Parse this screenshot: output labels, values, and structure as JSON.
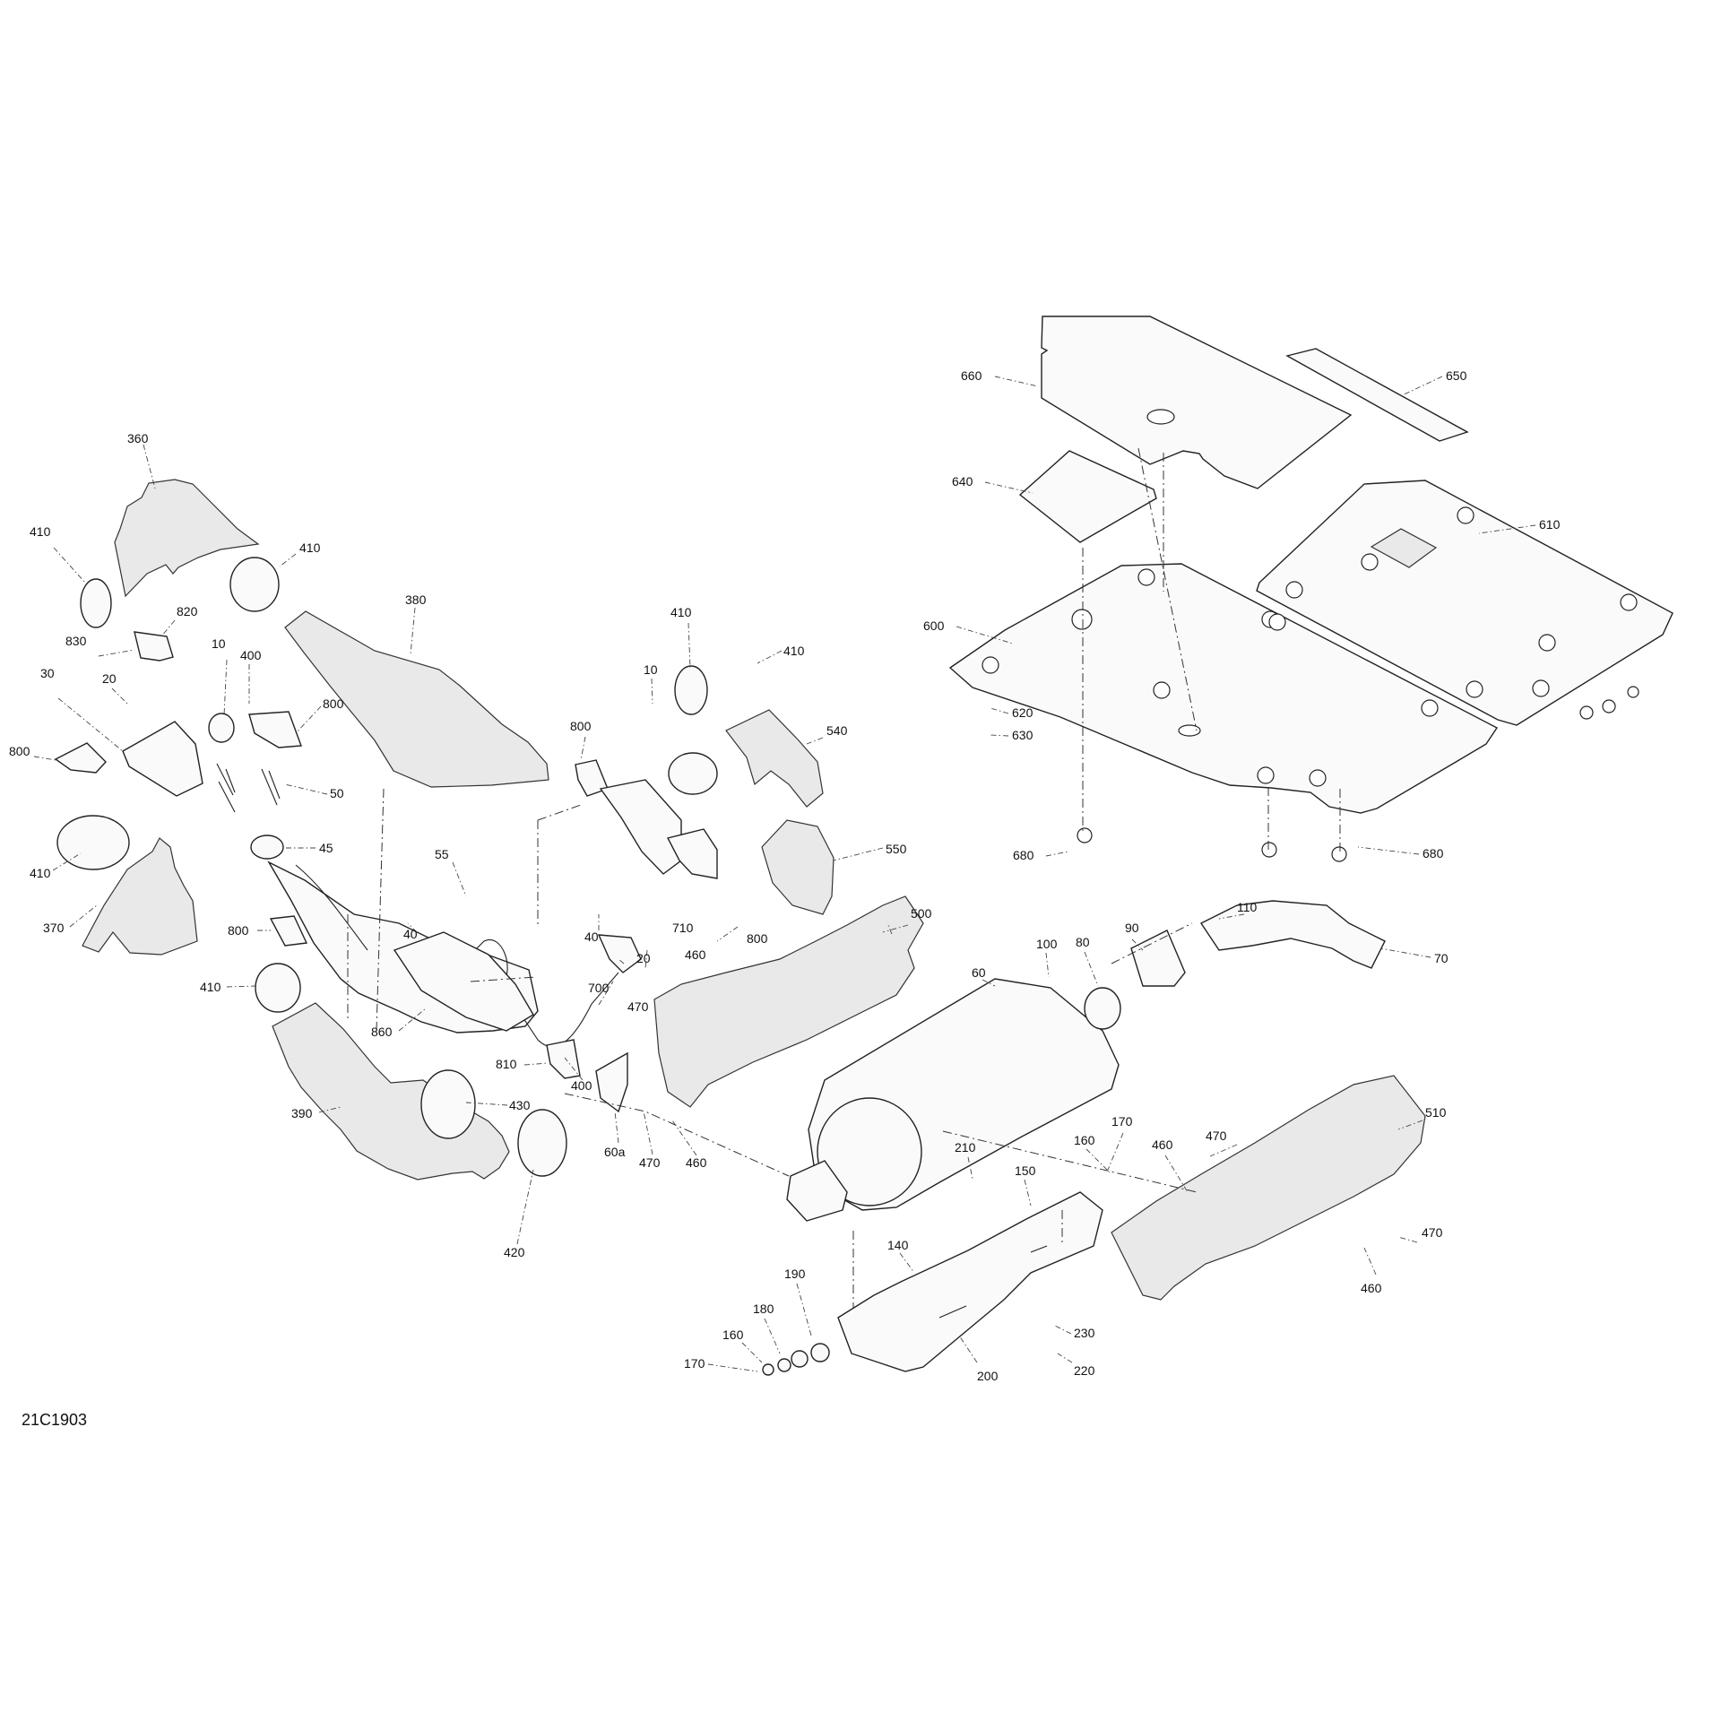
{
  "diagram": {
    "code": "21C1903",
    "callouts": [
      {
        "id": "c360",
        "text": "360"
      },
      {
        "id": "c410a",
        "text": "410"
      },
      {
        "id": "c410b",
        "text": "410"
      },
      {
        "id": "c820",
        "text": "820"
      },
      {
        "id": "c830",
        "text": "830"
      },
      {
        "id": "c10a",
        "text": "10"
      },
      {
        "id": "c400a",
        "text": "400"
      },
      {
        "id": "c30",
        "text": "30"
      },
      {
        "id": "c20a",
        "text": "20"
      },
      {
        "id": "c800a",
        "text": "800"
      },
      {
        "id": "c800b",
        "text": "800"
      },
      {
        "id": "c50",
        "text": "50"
      },
      {
        "id": "c45",
        "text": "45"
      },
      {
        "id": "c410c",
        "text": "410"
      },
      {
        "id": "c370",
        "text": "370"
      },
      {
        "id": "c380",
        "text": "380"
      },
      {
        "id": "c55",
        "text": "55"
      },
      {
        "id": "c40a",
        "text": "40"
      },
      {
        "id": "c800c",
        "text": "800"
      },
      {
        "id": "c410d",
        "text": "410"
      },
      {
        "id": "c860",
        "text": "860"
      },
      {
        "id": "c390",
        "text": "390"
      },
      {
        "id": "c430",
        "text": "430"
      },
      {
        "id": "c420",
        "text": "420"
      },
      {
        "id": "c810",
        "text": "810"
      },
      {
        "id": "c400b",
        "text": "400"
      },
      {
        "id": "c60a",
        "text": "60a"
      },
      {
        "id": "c470a",
        "text": "470"
      },
      {
        "id": "c460a",
        "text": "460"
      },
      {
        "id": "c800d",
        "text": "800"
      },
      {
        "id": "c10b",
        "text": "10"
      },
      {
        "id": "c40b",
        "text": "40"
      },
      {
        "id": "c20b",
        "text": "20"
      },
      {
        "id": "c410e",
        "text": "410"
      },
      {
        "id": "c410f",
        "text": "410"
      },
      {
        "id": "c540",
        "text": "540"
      },
      {
        "id": "c550",
        "text": "550"
      },
      {
        "id": "c800e",
        "text": "800"
      },
      {
        "id": "c710",
        "text": "710"
      },
      {
        "id": "c460b",
        "text": "460"
      },
      {
        "id": "c700",
        "text": "700"
      },
      {
        "id": "c470b",
        "text": "470"
      },
      {
        "id": "c500",
        "text": "500"
      },
      {
        "id": "c60",
        "text": "60"
      },
      {
        "id": "c100",
        "text": "100"
      },
      {
        "id": "c80",
        "text": "80"
      },
      {
        "id": "c90",
        "text": "90"
      },
      {
        "id": "c110",
        "text": "110"
      },
      {
        "id": "c70",
        "text": "70"
      },
      {
        "id": "c170a",
        "text": "170"
      },
      {
        "id": "c160a",
        "text": "160"
      },
      {
        "id": "c460c",
        "text": "460"
      },
      {
        "id": "c470c",
        "text": "470"
      },
      {
        "id": "c510",
        "text": "510"
      },
      {
        "id": "c150",
        "text": "150"
      },
      {
        "id": "c210",
        "text": "210"
      },
      {
        "id": "c140",
        "text": "140"
      },
      {
        "id": "c190",
        "text": "190"
      },
      {
        "id": "c180",
        "text": "180"
      },
      {
        "id": "c160b",
        "text": "160"
      },
      {
        "id": "c170b",
        "text": "170"
      },
      {
        "id": "c200",
        "text": "200"
      },
      {
        "id": "c230",
        "text": "230"
      },
      {
        "id": "c220",
        "text": "220"
      },
      {
        "id": "c470d",
        "text": "470"
      },
      {
        "id": "c460d",
        "text": "460"
      },
      {
        "id": "c660",
        "text": "660"
      },
      {
        "id": "c650",
        "text": "650"
      },
      {
        "id": "c640",
        "text": "640"
      },
      {
        "id": "c610",
        "text": "610"
      },
      {
        "id": "c600",
        "text": "600"
      },
      {
        "id": "c620",
        "text": "620"
      },
      {
        "id": "c630",
        "text": "630"
      },
      {
        "id": "c680a",
        "text": "680"
      },
      {
        "id": "c680b",
        "text": "680"
      }
    ]
  }
}
